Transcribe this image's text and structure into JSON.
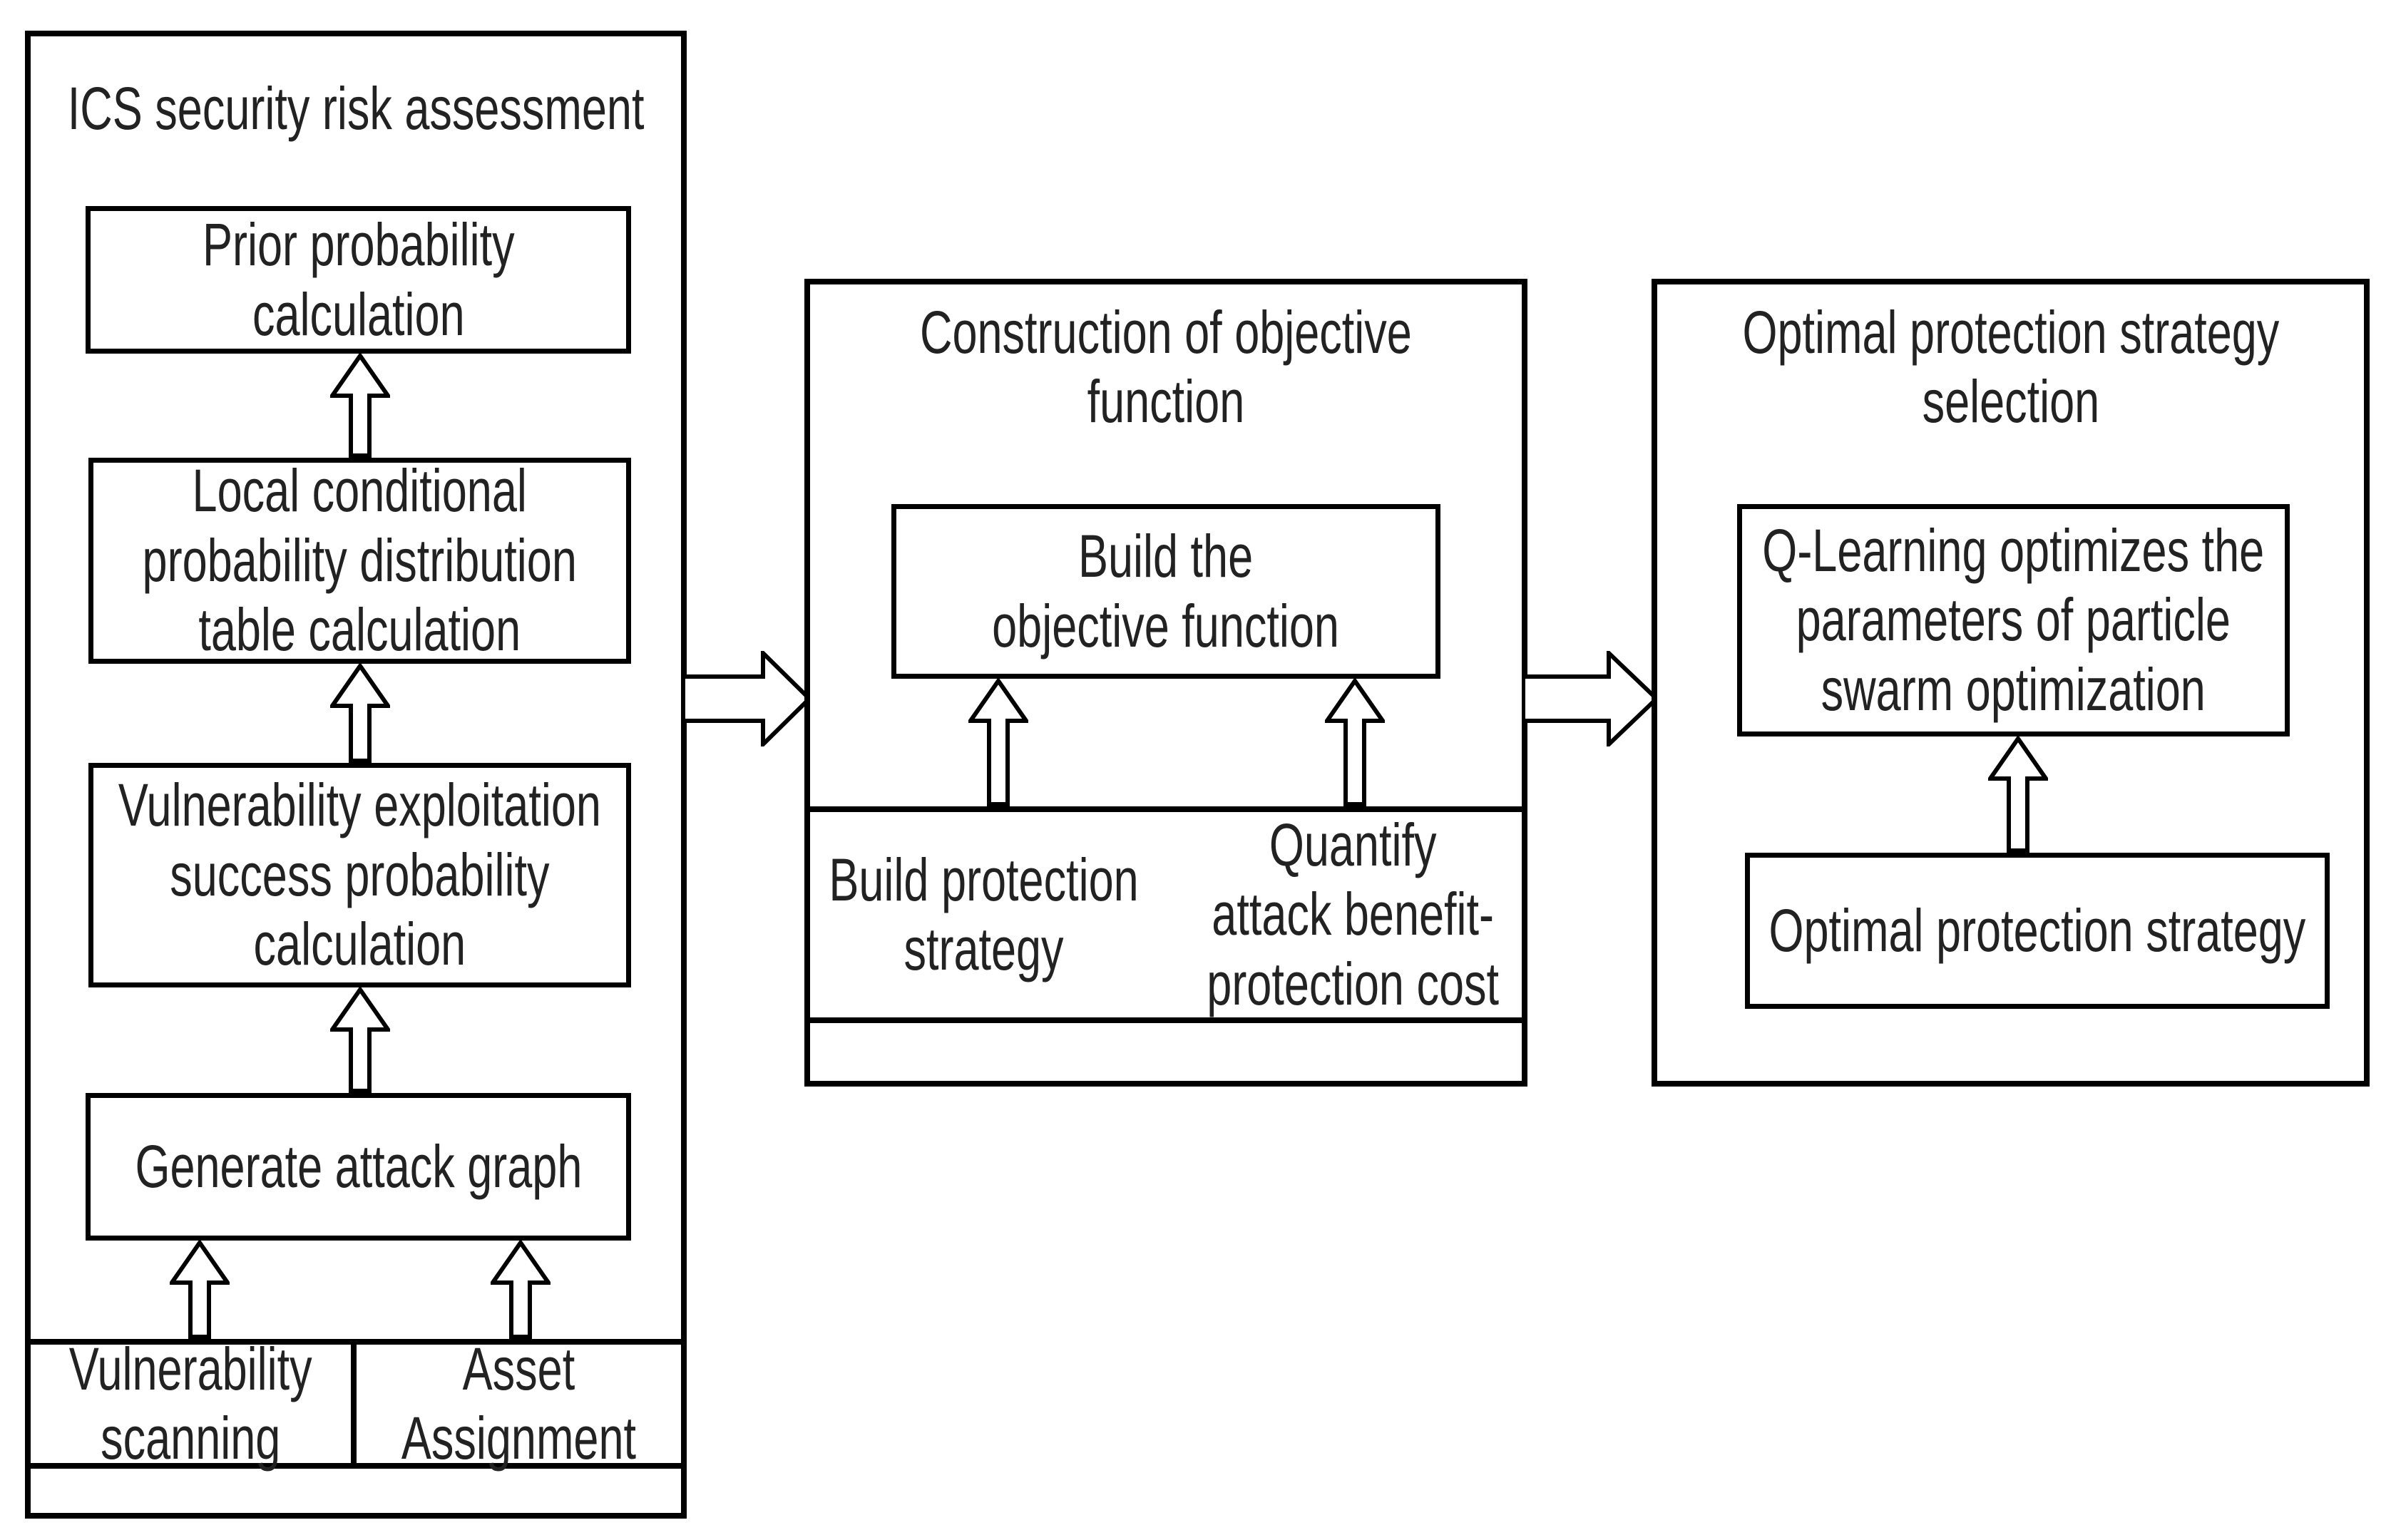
{
  "colors": {
    "background": "#ffffff",
    "line": "#000000",
    "text": "#222222"
  },
  "panels": {
    "assessment": {
      "title": "ICS security risk assessment",
      "boxes": {
        "prior": {
          "lines": [
            "Prior probability",
            "calculation"
          ]
        },
        "local_cpd": {
          "lines": [
            "Local conditional",
            "probability distribution",
            "table calculation"
          ]
        },
        "vuln_exploit": {
          "lines": [
            "Vulnerability exploitation",
            "success probability",
            "calculation"
          ]
        },
        "attack_graph": {
          "lines": [
            "Generate attack graph"
          ]
        }
      },
      "inputs": {
        "vuln_scan": {
          "lines": [
            "Vulnerability",
            "scanning"
          ]
        },
        "asset": {
          "lines": [
            "Asset",
            "Assignment"
          ]
        }
      }
    },
    "objective": {
      "title_lines": [
        "Construction of objective",
        "function"
      ],
      "boxes": {
        "build_objective": {
          "lines": [
            "Build the",
            "objective function"
          ]
        },
        "build_strategy": {
          "lines": [
            "Build protection",
            "strategy"
          ]
        },
        "quantify": {
          "lines": [
            "Quantify",
            "attack benefit-",
            "protection cost"
          ]
        }
      }
    },
    "selection": {
      "title_lines": [
        "Optimal protection strategy",
        "selection"
      ],
      "boxes": {
        "q_learning": {
          "lines": [
            "Q-Learning optimizes the",
            "parameters of particle",
            "swarm optimization"
          ]
        },
        "optimal": {
          "lines": [
            "Optimal protection strategy"
          ]
        }
      }
    }
  }
}
